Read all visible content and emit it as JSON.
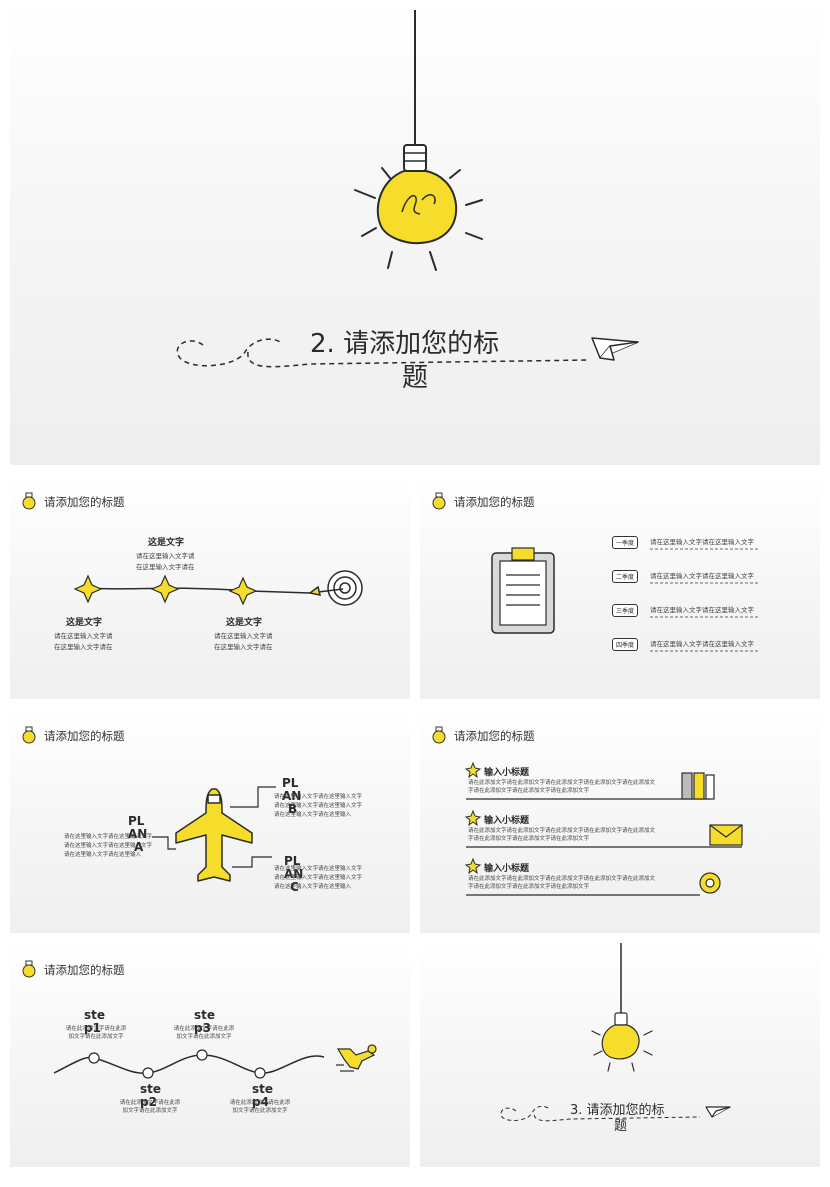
{
  "cover": {
    "title_line1": "2. 请添加您的标",
    "title_line2": "题"
  },
  "slides": {
    "s1": {
      "header": "请添加您的标题",
      "top_title": "这是文字",
      "top_text_1": "请在这里输入文字请",
      "top_text_2": "在这里输入文字请在",
      "left_title": "这是文字",
      "left_text_1": "请在这里输入文字请",
      "left_text_2": "在这里输入文字请在",
      "right_title": "这是文字",
      "right_text_1": "请在这里输入文字请",
      "right_text_2": "在这里输入文字请在"
    },
    "s2": {
      "header": "请添加您的标题",
      "items": [
        {
          "tag": "一季度",
          "text": "请在这里输入文字请在这里输入文字"
        },
        {
          "tag": "二季度",
          "text": "请在这里输入文字请在这里输入文字"
        },
        {
          "tag": "三季度",
          "text": "请在这里输入文字请在这里输入文字"
        },
        {
          "tag": "四季度",
          "text": "请在这里输入文字请在这里输入文字"
        }
      ]
    },
    "s3": {
      "header": "请添加您的标题",
      "plan_a": {
        "l1": "PL",
        "l2": "AN",
        "l3": "A"
      },
      "plan_b": {
        "l1": "PL",
        "l2": "AN",
        "l3": "B"
      },
      "plan_c": {
        "l1": "PL",
        "l2": "AN",
        "l3": "C"
      },
      "text_a": "请在这里输入文字请在这里输入文字请在这里输入文字请在这里输入文字请在这里输入文字请在这里输入",
      "text_b": "请在这里输入文字请在这里输入文字请在这里输入文字请在这里输入文字请在这里输入文字请在这里输入",
      "text_c": "请在这里输入文字请在这里输入文字请在这里输入文字请在这里输入文字请在这里输入文字请在这里输入"
    },
    "s4": {
      "header": "请添加您的标题",
      "items": [
        {
          "title": "输入小标题",
          "text": "请在此添加文字请在此添加文字请在此添加文字请在此添加文字请在此添加文字请在此添加文字请在此添加文字请在此添加文字"
        },
        {
          "title": "输入小标题",
          "text": "请在此添加文字请在此添加文字请在此添加文字请在此添加文字请在此添加文字请在此添加文字请在此添加文字请在此添加文字"
        },
        {
          "title": "输入小标题",
          "text": "请在此添加文字请在此添加文字请在此添加文字请在此添加文字请在此添加文字请在此添加文字请在此添加文字请在此添加文字"
        }
      ]
    },
    "s5": {
      "header": "请添加您的标题",
      "steps": [
        {
          "l1": "ste",
          "l2": "p1",
          "text": "请在此添加文字请在此添加文字请在此添加文字"
        },
        {
          "l1": "ste",
          "l2": "p2",
          "text": "请在此添加文字请在此添加文字请在此添加文字"
        },
        {
          "l1": "ste",
          "l2": "p3",
          "text": "请在此添加文字请在此添加文字请在此添加文字"
        },
        {
          "l1": "ste",
          "l2": "p4",
          "text": "请在此添加文字请在此添加文字请在此添加文字"
        }
      ]
    },
    "s6": {
      "title_line1": "3. 请添加您的标",
      "title_line2": "题"
    }
  },
  "colors": {
    "accent": "#f7dd2b",
    "ink": "#2b2b2b",
    "bg": "#f2f2f2"
  }
}
